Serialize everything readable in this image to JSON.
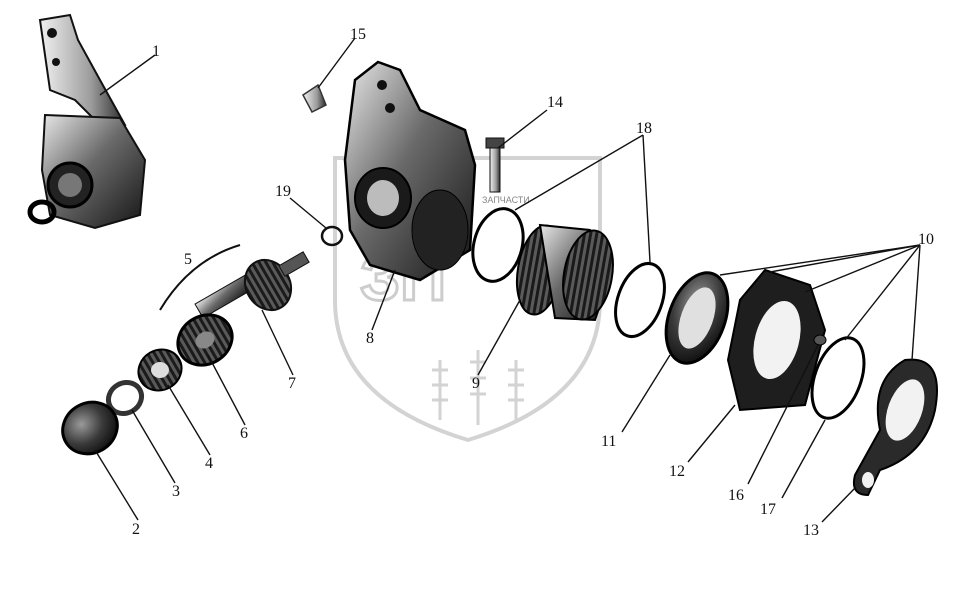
{
  "watermark": {
    "label": "ЗАПЧАСТИ",
    "letters": "ЗП"
  },
  "callouts": [
    {
      "id": "1",
      "text": "1"
    },
    {
      "id": "2",
      "text": "2"
    },
    {
      "id": "3",
      "text": "3"
    },
    {
      "id": "4",
      "text": "4"
    },
    {
      "id": "5",
      "text": "5"
    },
    {
      "id": "6",
      "text": "6"
    },
    {
      "id": "7",
      "text": "7"
    },
    {
      "id": "8",
      "text": "8"
    },
    {
      "id": "9",
      "text": "9"
    },
    {
      "id": "10",
      "text": "10"
    },
    {
      "id": "11",
      "text": "11"
    },
    {
      "id": "12",
      "text": "12"
    },
    {
      "id": "13",
      "text": "13"
    },
    {
      "id": "14",
      "text": "14"
    },
    {
      "id": "15",
      "text": "15"
    },
    {
      "id": "16",
      "text": "16"
    },
    {
      "id": "17",
      "text": "17"
    },
    {
      "id": "18",
      "text": "18"
    },
    {
      "id": "19",
      "text": "19"
    }
  ]
}
